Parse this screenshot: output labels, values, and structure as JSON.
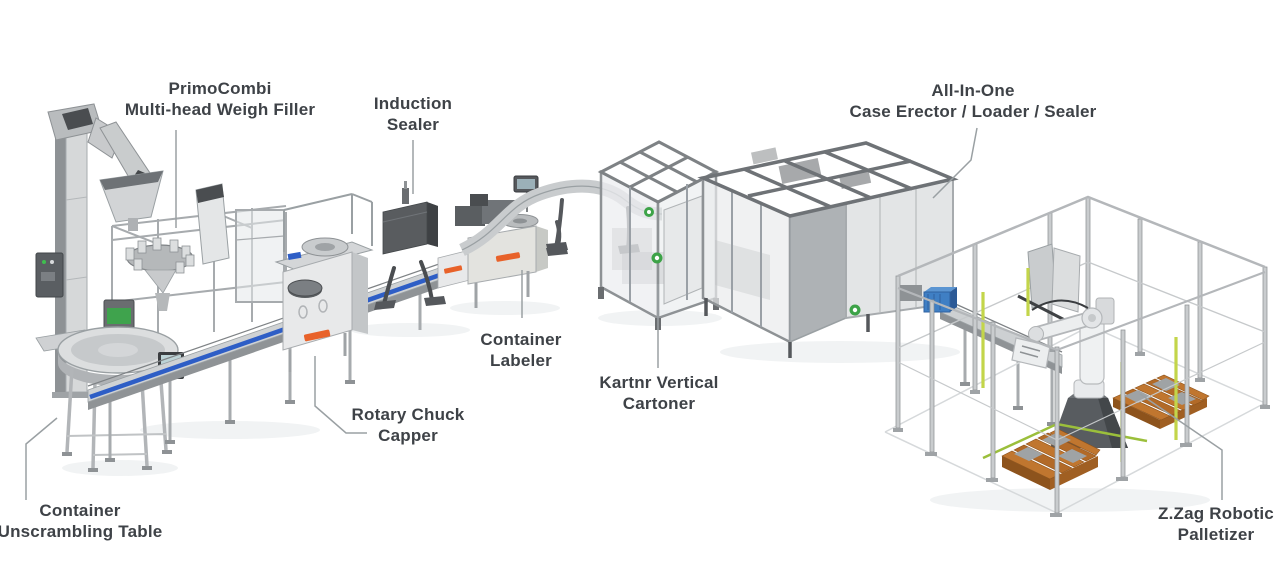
{
  "labels": {
    "unscrambler": {
      "line1": "Container",
      "line2": "Unscrambling Table"
    },
    "weigh_filler": {
      "line1": "PrimoCombi",
      "line2": "Multi-head Weigh Filler"
    },
    "capper": {
      "line1": "Rotary Chuck",
      "line2": "Capper"
    },
    "induction_sealer": {
      "line1": "Induction",
      "line2": "Sealer"
    },
    "labeler": {
      "line1": "Container",
      "line2": "Labeler"
    },
    "cartoner": {
      "line1": "Kartnr Vertical",
      "line2": "Cartoner"
    },
    "case_erector": {
      "line1": "All-In-One",
      "line2": "Case Erector / Loader / Sealer"
    },
    "palletizer": {
      "line1": "Z.Zag Robotic",
      "line2": "Palletizer"
    }
  },
  "colors": {
    "label_text": "#3e4247",
    "leader_line": "#9aa0a3",
    "steel_light": "#e3e5e6",
    "steel_mid": "#b8bbbd",
    "steel_dark": "#7e8285",
    "frame_dark": "#55585c",
    "conveyor_blue": "#2e5ec6",
    "logo_orange": "#e8622a",
    "logo_green": "#3da348",
    "motor_blue": "#3f7fc4",
    "pallet_orange": "#c0762f",
    "light_curtain_yellow": "#c3d54a",
    "robot_white": "#eceeef",
    "pedestal_gray": "#54585c"
  }
}
